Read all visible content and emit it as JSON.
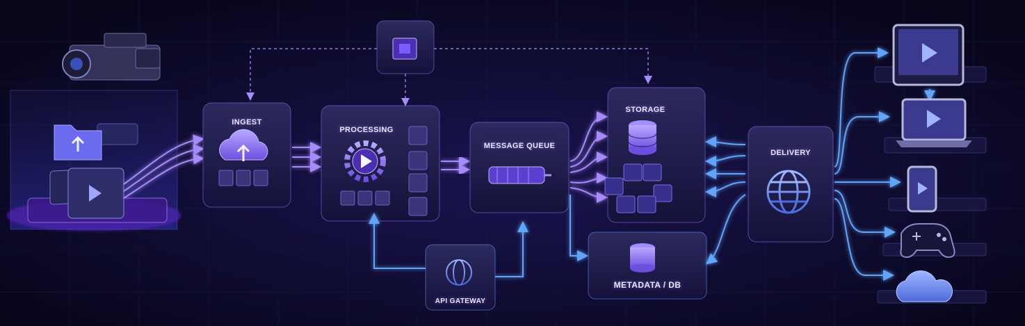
{
  "nodes": {
    "ingest": "INGEST",
    "processing": "PROCESSING",
    "message_queue": "MESSAGE QUEUE",
    "storage": "STORAGE",
    "metadata_db": "METADATA / DB",
    "delivery": "DELIVERY",
    "api_gateway": "API GATEWAY"
  },
  "colors": {
    "background": "#0a0820",
    "purple_accent": "#8b5cf6",
    "blue_accent": "#3b82f6",
    "node_fill": "#1e1b4b"
  },
  "icons": {
    "camera": "video-camera-icon",
    "upload_folder": "upload-folder-icon",
    "video_device": "video-play-device-icon",
    "chip": "processor-chip-icon",
    "cloud_upload": "cloud-upload-icon",
    "gear_play": "gear-play-icon",
    "queue": "message-queue-cylinder-icon",
    "database": "database-icon",
    "globe": "globe-icon",
    "monitor": "monitor-play-icon",
    "laptop": "laptop-play-icon",
    "phone": "phone-play-icon",
    "gamepad": "gamepad-icon",
    "cloud": "cloud-icon"
  }
}
